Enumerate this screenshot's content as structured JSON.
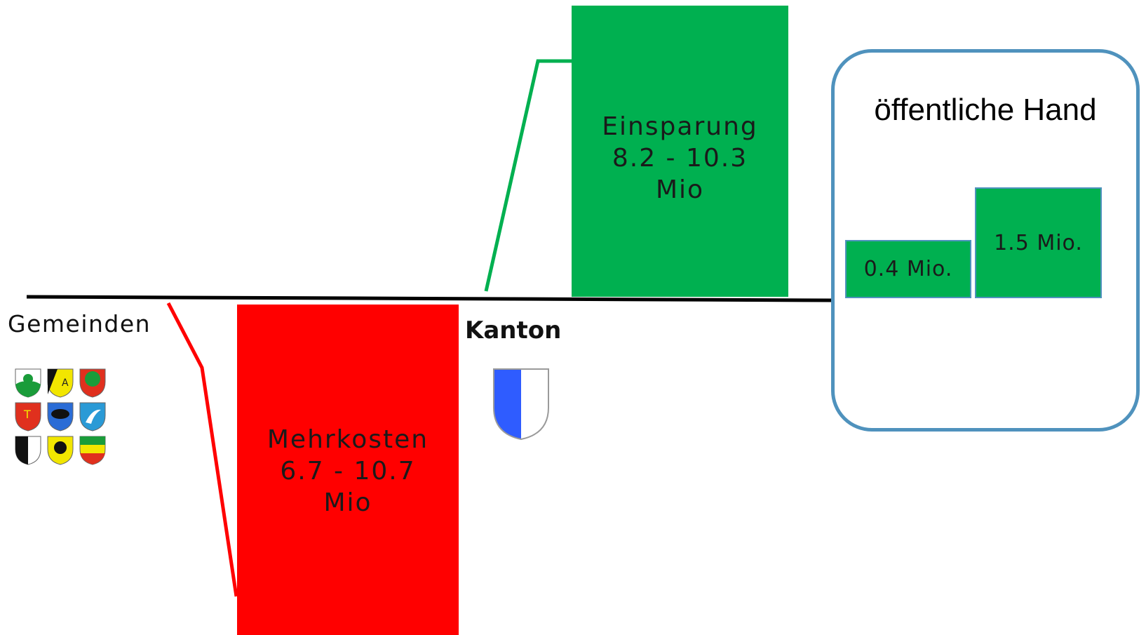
{
  "diagram": {
    "left_group": {
      "label": "Gemeinden"
    },
    "center_group": {
      "label": "Kanton"
    },
    "cost_box": {
      "line1": "Mehrkosten",
      "line2": "6.7 - 10.7",
      "line3": "Mio"
    },
    "saving_box": {
      "line1": "Einsparung",
      "line2": "8.2 - 10.3",
      "line3": "Mio"
    },
    "public_sector": {
      "title": "öffentliche Hand",
      "box_small": "0.4 Mio.",
      "box_large": "1.5 Mio."
    },
    "colors": {
      "saving": "#00b050",
      "cost": "#ff0000",
      "frame": "#4f92bd",
      "baseline": "#000000",
      "canton_blue": "#2f5cff"
    },
    "icons": {
      "municipality_crests": "municipality-crests-icon",
      "canton_crest": "lucerne-crest-icon"
    }
  }
}
